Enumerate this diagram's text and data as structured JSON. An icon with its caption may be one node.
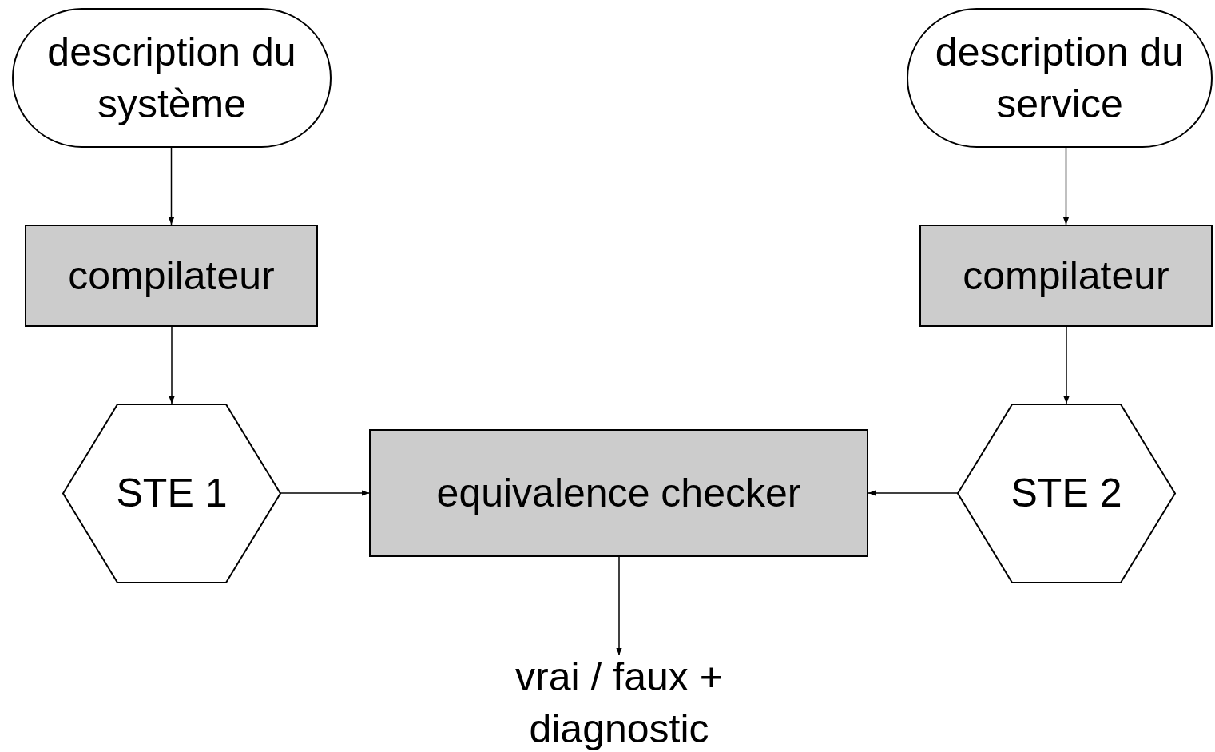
{
  "diagram": {
    "nodes": [
      {
        "text": [
          "description du système"
        ]
      },
      {
        "text": [
          "description du service"
        ]
      },
      {
        "text": [
          "compilateur"
        ]
      },
      {
        "text": [
          "compilateur"
        ]
      },
      {
        "text": [
          "STE 1"
        ]
      },
      {
        "text": [
          "equivalence checker"
        ]
      },
      {
        "text": [
          "STE 2"
        ]
      },
      {
        "text": [
          "vrai / faux + diagnostic"
        ]
      }
    ],
    "edges": [
      {
        "from": 0,
        "to": 2,
        "arrow": "to"
      },
      {
        "from": 2,
        "to": 4,
        "arrow": "to"
      },
      {
        "from": 1,
        "to": 3,
        "arrow": "to"
      },
      {
        "from": 3,
        "to": 6,
        "arrow": "to"
      },
      {
        "from": 4,
        "to": 5,
        "arrow": "to"
      },
      {
        "from": 6,
        "to": 5,
        "arrow": "to"
      },
      {
        "from": 5,
        "to": 7,
        "arrow": "to"
      }
    ]
  }
}
